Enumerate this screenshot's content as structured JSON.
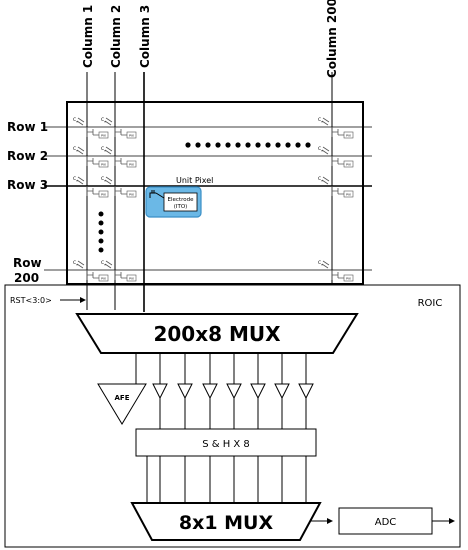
{
  "columns": {
    "col1": "Column 1",
    "col2": "Column 2",
    "col3": "Column 3",
    "col200": "Column 200"
  },
  "rows": {
    "row1": "Row 1",
    "row2": "Row 2",
    "row3": "Row 3",
    "row200_line1": "Row",
    "row200_line2": "200"
  },
  "pixel": {
    "unit_pixel": "Unit Pixel",
    "electrode_line1": "Electrode",
    "electrode_line2": "(ITO)",
    "cap_label": "C",
    "cap_sub": "n",
    "pix_label": "PIX"
  },
  "roic": {
    "title": "ROIC",
    "rst": "RST<3:0>",
    "mux1": "200x8 MUX",
    "afe": "AFE",
    "sh": "S & H X 8",
    "mux2": "8x1 MUX",
    "adc": "ADC"
  },
  "colors": {
    "unit_pixel_fill": "#6bb8e6",
    "unit_pixel_stroke": "#3a8fc6"
  }
}
